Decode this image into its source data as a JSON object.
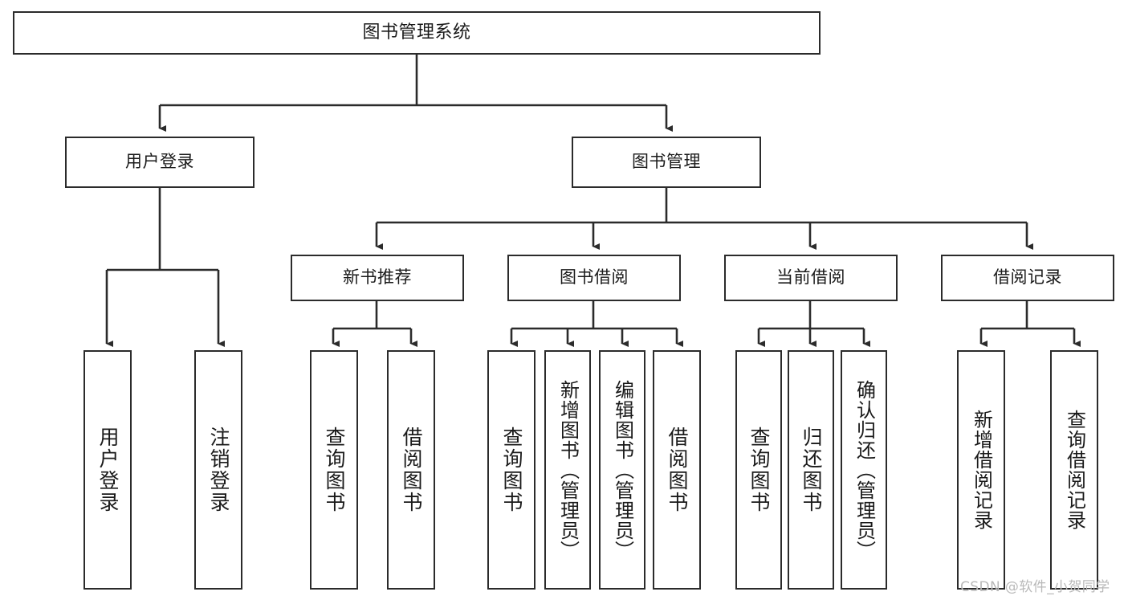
{
  "diagram": {
    "type": "tree",
    "title": "图书管理系统",
    "background": "#ffffff",
    "line_color": "#2b2b2b",
    "text_color": "#1a1a1a",
    "root": {
      "label": "图书管理系统"
    },
    "level2": [
      {
        "label": "用户登录"
      },
      {
        "label": "图书管理"
      }
    ],
    "level3": [
      {
        "label": "新书推荐"
      },
      {
        "label": "图书借阅"
      },
      {
        "label": "当前借阅"
      },
      {
        "label": "借阅记录"
      }
    ],
    "leaves": {
      "user_login": [
        {
          "label": "用户登录"
        },
        {
          "label": "注销登录"
        }
      ],
      "new_book": [
        {
          "label": "查询图书"
        },
        {
          "label": "借阅图书"
        }
      ],
      "book_borrow": [
        {
          "label": "查询图书"
        },
        {
          "label": "新增图书（管理员）"
        },
        {
          "label": "编辑图书（管理员）"
        },
        {
          "label": "借阅图书"
        }
      ],
      "current_borrow": [
        {
          "label": "查询图书"
        },
        {
          "label": "归还图书"
        },
        {
          "label": "确认归还（管理员）"
        }
      ],
      "borrow_record": [
        {
          "label": "新增借阅记录"
        },
        {
          "label": "查询借阅记录"
        }
      ]
    }
  },
  "watermark": {
    "text": "CSDN @软件_小贺同学"
  }
}
